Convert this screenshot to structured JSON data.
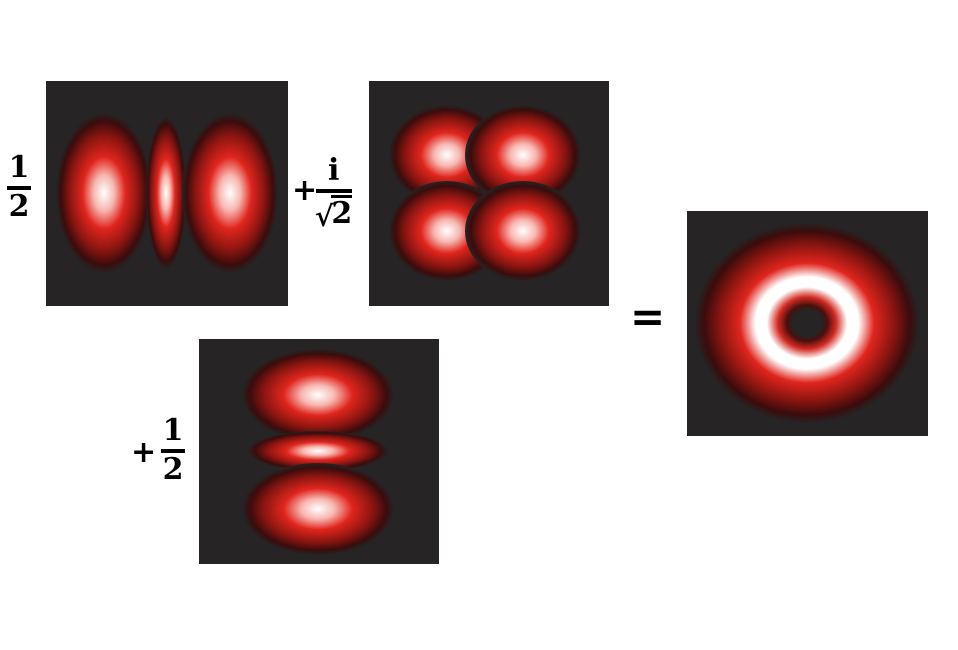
{
  "colors": {
    "panel_bg": "#262424",
    "lobe_edge": "#3a0c0c",
    "lobe_mid": "#e0251d",
    "lobe_core": "#ffffff"
  },
  "terms": [
    {
      "sign": "",
      "numerator": "1",
      "denominator": "2"
    },
    {
      "sign": "+",
      "numerator": "i",
      "denominator": "2",
      "denominator_radical": "√"
    },
    {
      "sign": "+",
      "numerator": "1",
      "denominator": "2"
    }
  ],
  "equals": "="
}
